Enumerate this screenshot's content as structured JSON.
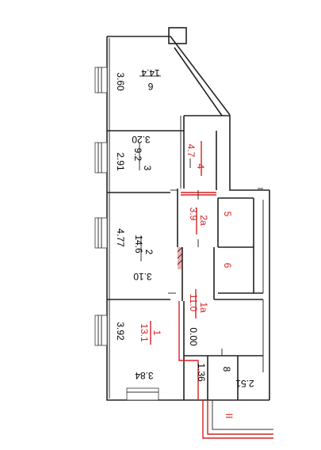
{
  "plan": {
    "rooms": [
      {
        "number": "6",
        "area": "14.4",
        "dimension": "3.60"
      },
      {
        "number": "3",
        "area": "9.2",
        "dimension": "2.91",
        "dimension2": "3.20"
      },
      {
        "number": "4",
        "area": "4.7",
        "highlight": true
      },
      {
        "number": "2a",
        "area": "3.9",
        "highlight": true
      },
      {
        "number": "5",
        "area": "",
        "highlight": true
      },
      {
        "number": "2",
        "area": "14.6",
        "dimension": "4.77",
        "dimension2": "3.10"
      },
      {
        "number": "6",
        "area": "",
        "highlight": true
      },
      {
        "number": "1a",
        "area": "11.0",
        "highlight": true
      },
      {
        "number": "1",
        "area": "13.1",
        "dimension": "3.92",
        "dimension2": "0.00",
        "highlight": true
      },
      {
        "number": "8",
        "area": "",
        "dimension": "1.36",
        "dimension2": "2.51"
      }
    ],
    "bottom_dimension": "3.84",
    "mark_II": "II",
    "colors": {
      "walls": "#222222",
      "highlight": "#d62020",
      "background": "#ffffff"
    }
  }
}
